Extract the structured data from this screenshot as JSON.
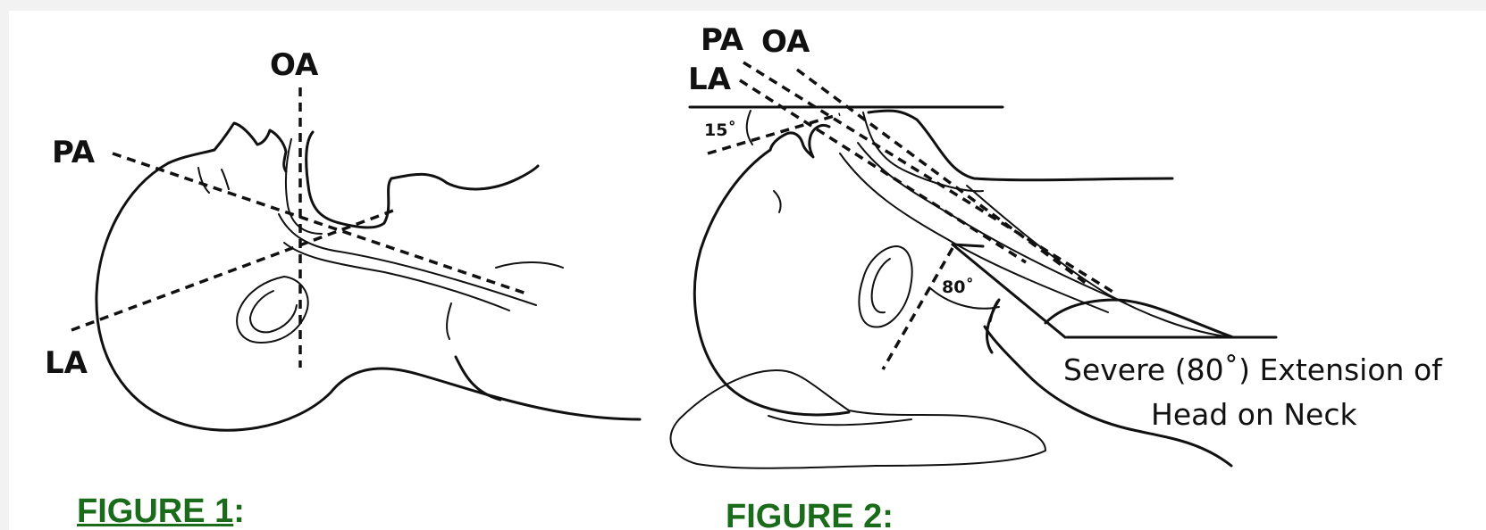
{
  "figure1": {
    "labels": {
      "oa": "OA",
      "pa": "PA",
      "la": "LA"
    },
    "caption_number": "FIGURE 1",
    "caption_colon": ":"
  },
  "figure2": {
    "labels": {
      "pa": "PA",
      "oa": "OA",
      "la": "LA"
    },
    "angle_top": "15˚",
    "angle_neck": "80˚",
    "note_line1": "Severe (80˚) Extension of",
    "note_line2": "Head on Neck",
    "caption_number": "FIGURE 2",
    "caption_colon": ":"
  },
  "colors": {
    "caption": "#1a6b1a",
    "ink": "#111111",
    "page_background": "#f2f2f2"
  }
}
